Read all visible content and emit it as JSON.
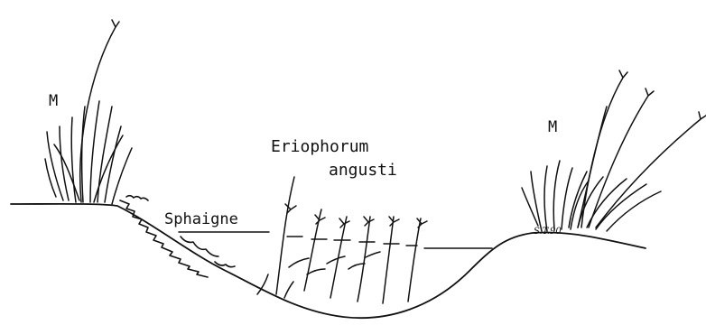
{
  "labels": {
    "left_mound": "M",
    "right_mound": "M",
    "eriophorum_line1": "Eriophorum",
    "eriophorum_line2": "angusti",
    "sphaigne": "Sphaigne"
  },
  "signature": "S.T.90",
  "colors": {
    "ink": "#111111",
    "background": "#ffffff"
  }
}
